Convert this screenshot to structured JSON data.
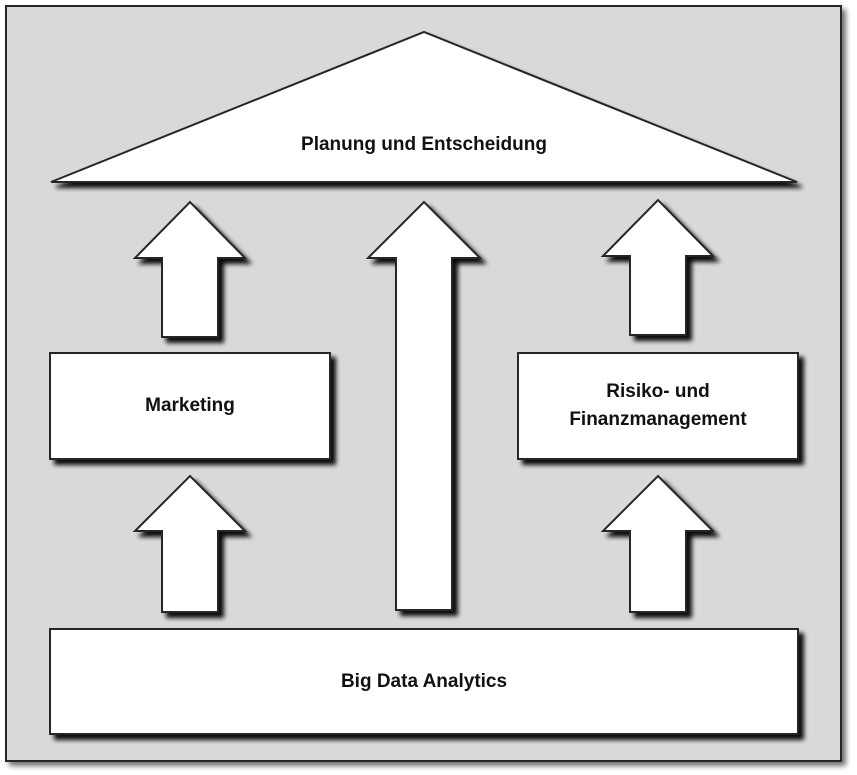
{
  "diagram": {
    "roof": {
      "label": "Planung und Entscheidung"
    },
    "pillars": [
      {
        "label": "Marketing"
      },
      {
        "label": "Risiko- und Finanzmanagement"
      }
    ],
    "foundation": {
      "label": "Big Data Analytics"
    },
    "arrows": [
      {
        "from": "Big Data Analytics",
        "to": "Marketing"
      },
      {
        "from": "Marketing",
        "to": "Planung und Entscheidung"
      },
      {
        "from": "Big Data Analytics",
        "to": "Planung und Entscheidung"
      },
      {
        "from": "Big Data Analytics",
        "to": "Risiko- und Finanzmanagement"
      },
      {
        "from": "Risiko- und Finanzmanagement",
        "to": "Planung und Entscheidung"
      }
    ],
    "colors": {
      "background": "#d9d9d9",
      "shape_fill": "#ffffff",
      "stroke": "#262626"
    }
  }
}
